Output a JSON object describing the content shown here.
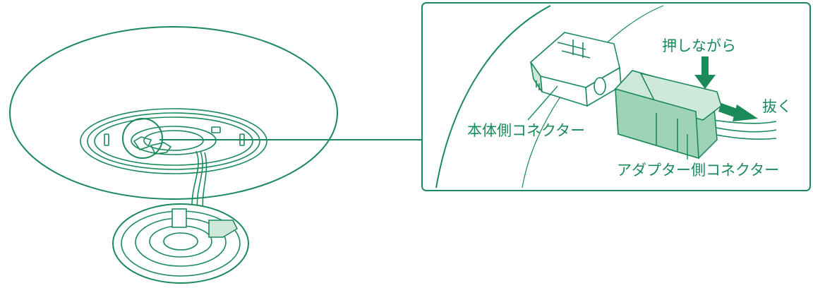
{
  "colors": {
    "line": "#1a8a5a",
    "fill_light": "#cfe8dc",
    "fill_mid": "#9fd3b8",
    "arrow": "#1a8a5a",
    "background": "#ffffff"
  },
  "labels": {
    "body_connector": "本体側コネクター",
    "adapter_connector": "アダプター側コネクター",
    "press_while": "押しながら",
    "pull_out": "抜く"
  },
  "icons": {
    "press_arrow": "arrow-down-icon",
    "pull_arrow": "arrow-right-icon"
  }
}
